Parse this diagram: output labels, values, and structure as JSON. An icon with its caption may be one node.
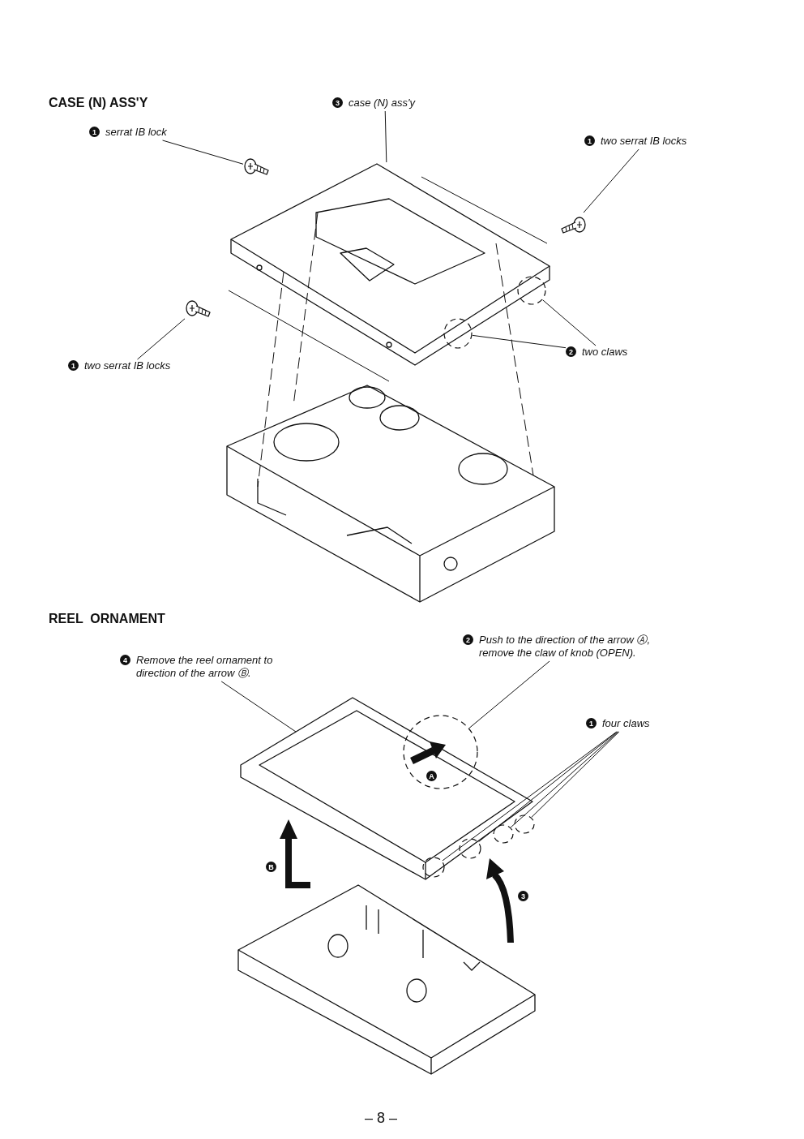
{
  "diagram": {
    "nodes": [
      {
        "text": [
          "1",
          "serrat IB lock"
        ]
      },
      {
        "text": [
          "3",
          "case (N) ass'y"
        ]
      },
      {
        "text": [
          "1",
          "two serrat IB locks"
        ]
      },
      {
        "text": [
          "1",
          "two serrat IB locks"
        ]
      },
      {
        "text": [
          "2",
          "two claws"
        ]
      },
      {
        "text": [],
        "shape": "picture"
      },
      {
        "text": [],
        "shape": "picture"
      },
      {
        "text": [],
        "shape": "picture"
      },
      {
        "text": [],
        "shape": "picture"
      },
      {
        "text": [],
        "shape": "circle",
        "in": 8
      },
      {
        "text": [],
        "shape": "circle",
        "in": 8
      },
      {
        "text": [],
        "shape": "picture"
      },
      {
        "text": [
          "4",
          "Remove the reel ornament to direction of the arrow Ⓑ."
        ]
      },
      {
        "text": [
          "2",
          "Push to the direction of the arrow Ⓐ, remove the claw of knob (OPEN)."
        ]
      },
      {
        "text": [
          "1",
          "four claws"
        ]
      },
      {
        "text": [],
        "shape": "picture"
      },
      {
        "text": [],
        "shape": "circle",
        "in": 15
      },
      {
        "text": [],
        "shape": "circle",
        "in": 15
      },
      {
        "text": [],
        "shape": "circle",
        "in": 15
      },
      {
        "text": [],
        "shape": "circle",
        "in": 15
      },
      {
        "text": [],
        "shape": "circle",
        "in": 15
      },
      {
        "text": [],
        "shape": "picture"
      }
    ],
    "edges": [
      {
        "from": 0,
        "to": 5,
        "arrow": "none"
      },
      {
        "from": 1,
        "to": 8,
        "arrow": "none"
      },
      {
        "from": 2,
        "to": 6,
        "arrow": "none"
      },
      {
        "from": 3,
        "to": 7,
        "arrow": "none"
      },
      {
        "from": 4,
        "to": 9,
        "arrow": "none"
      },
      {
        "from": 4,
        "to": 10,
        "arrow": "none"
      },
      {
        "from": 12,
        "to": 15,
        "arrow": "none"
      },
      {
        "from": 13,
        "to": 16,
        "arrow": "none"
      },
      {
        "from": 14,
        "to": 17,
        "arrow": "none"
      },
      {
        "from": 14,
        "to": 18,
        "arrow": "none"
      },
      {
        "from": 14,
        "to": 19,
        "arrow": "none"
      },
      {
        "from": 14,
        "to": 20,
        "arrow": "none"
      },
      {
        "from": 8,
        "to": 11,
        "arrow": "none",
        "style": "dashed"
      },
      {
        "from": 8,
        "to": 11,
        "arrow": "none",
        "style": "dashed"
      },
      {
        "from": 8,
        "to": 11,
        "arrow": "none",
        "style": "dashed"
      }
    ],
    "labels": [
      "CASE (N) ASS'Y",
      "REEL  ORNAMENT",
      "A",
      "B",
      "3",
      "– 8 –"
    ]
  }
}
